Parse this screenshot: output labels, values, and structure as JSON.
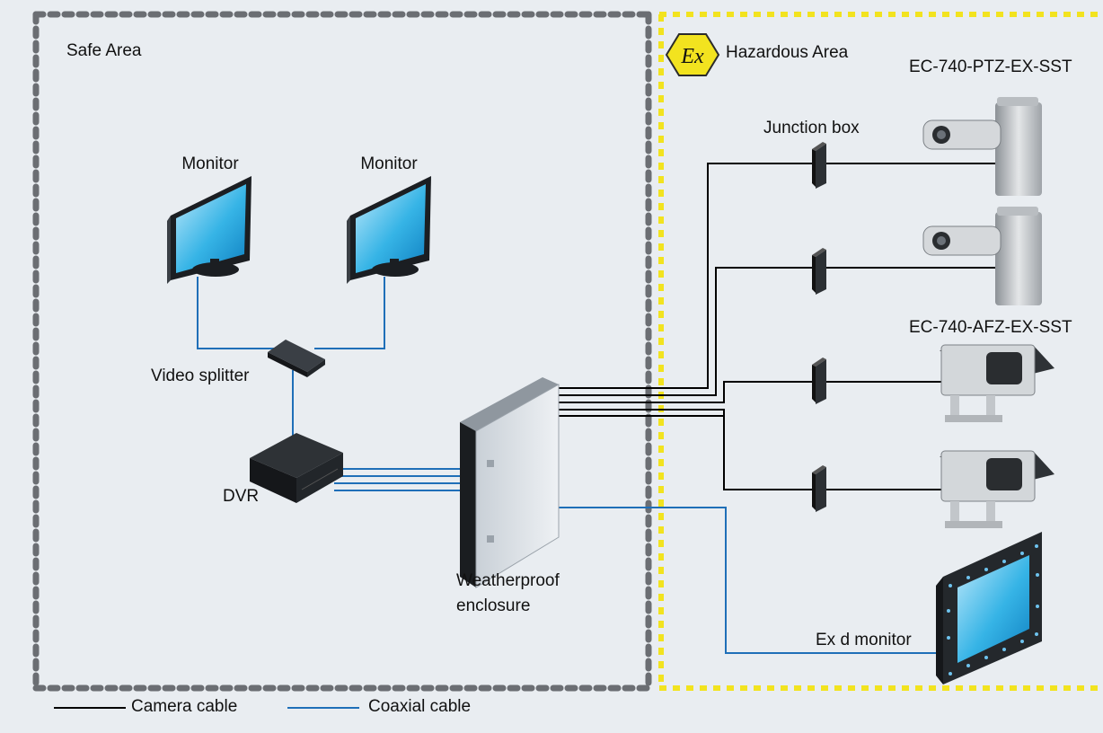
{
  "zones": {
    "safe_label": "Safe Area",
    "hazardous_label": "Hazardous Area",
    "ex_symbol": "Ex"
  },
  "devices": {
    "monitor_left": "Monitor",
    "monitor_right": "Monitor",
    "video_splitter": "Video splitter",
    "dvr": "DVR",
    "enclosure_line1": "Weatherproof",
    "enclosure_line2": "enclosure",
    "junction_box": "Junction box",
    "camera_group_1": "EC-740-PTZ-EX-SST",
    "camera_group_2": "EC-740-AFZ-EX-SST",
    "ex_d_monitor": "Ex d monitor"
  },
  "legend": {
    "camera_cable": "Camera cable",
    "coaxial_cable": "Coaxial cable"
  },
  "colors": {
    "background": "#e9edf1",
    "safe_border": "#6b6e73",
    "hazard_border": "#f2e31f",
    "camera_cable": "#000000",
    "coaxial_cable": "#1f6fb8"
  }
}
